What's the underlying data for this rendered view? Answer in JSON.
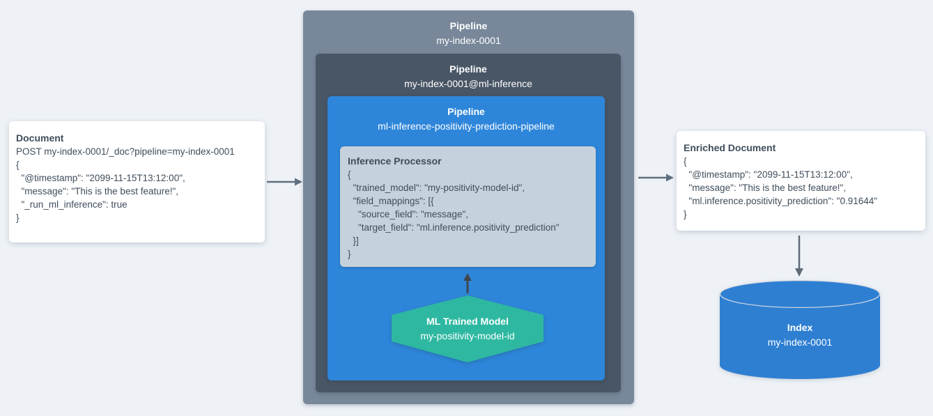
{
  "colors": {
    "background": "#eef2f7",
    "pipeline_outer_bg": "#78889a",
    "pipeline_middle_bg": "#485666",
    "pipeline_inner_bg": "#2e86da",
    "processor_bg": "#c5d1dc",
    "model_hexagon_bg": "#2eb8a1",
    "index_cylinder_bg": "#2e7fd2",
    "card_text": "#3f4d5b",
    "arrow": "#5f7080"
  },
  "document_card": {
    "title": "Document",
    "lines": [
      "POST my-index-0001/_doc?pipeline=my-index-0001",
      "{",
      "  \"@timestamp\": \"2099-11-15T13:12:00\",",
      "  \"message\": \"This is the best feature!\",",
      "  \"_run_ml_inference\": true",
      "}"
    ]
  },
  "pipelines": {
    "outer": {
      "label": "Pipeline",
      "name": "my-index-0001"
    },
    "middle": {
      "label": "Pipeline",
      "name": "my-index-0001@ml-inference"
    },
    "inner": {
      "label": "Pipeline",
      "name": "ml-inference-positivity-prediction-pipeline"
    }
  },
  "inference_processor": {
    "title": "Inference Processor",
    "lines": [
      "{",
      "  \"trained_model\": \"my-positivity-model-id\",",
      "  \"field_mappings\": [{",
      "    \"source_field\": \"message\",",
      "    \"target_field\": \"ml.inference.positivity_prediction\"",
      "  }]",
      "}"
    ]
  },
  "ml_trained_model": {
    "title": "ML Trained Model",
    "name": "my-positivity-model-id"
  },
  "enriched_document_card": {
    "title": "Enriched Document",
    "lines": [
      "{",
      "  \"@timestamp\": \"2099-11-15T13:12:00\",",
      "  \"message\": \"This is the best feature!\",",
      "  \"ml.inference.positivity_prediction\": \"0.91644\"",
      "}"
    ]
  },
  "index_cylinder": {
    "title": "Index",
    "name": "my-index-0001"
  }
}
